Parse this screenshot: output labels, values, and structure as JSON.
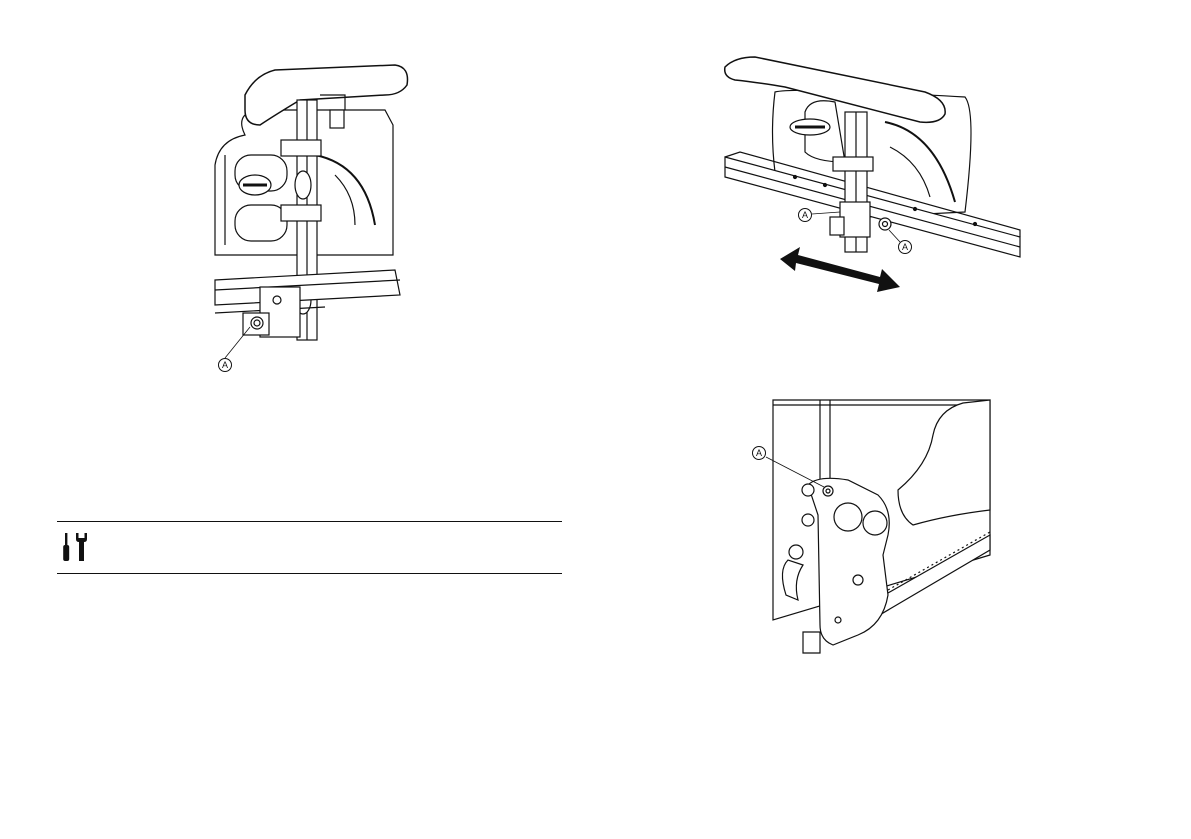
{
  "figures": {
    "top_left": {
      "callouts": [
        "A"
      ]
    },
    "top_right": {
      "callouts": [
        "A",
        "A"
      ]
    },
    "bottom_right": {
      "callouts": [
        "A"
      ]
    }
  },
  "tools_bar": {
    "icon": "screwdriver-wrench-icon"
  },
  "colors": {
    "line": "#111111",
    "background": "#ffffff"
  }
}
